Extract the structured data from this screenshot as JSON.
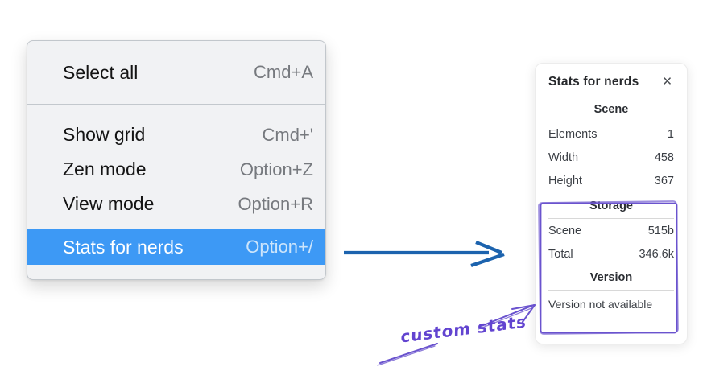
{
  "colors": {
    "menu_highlight_blue": "#3d99f5",
    "menu_background": "#f1f2f4",
    "arrow_blue": "#1c63ae",
    "annotation_purple": "#6a53ce",
    "annotation_text_purple": "#6244d0"
  },
  "menu": {
    "groups": [
      {
        "items": [
          {
            "label": "Select all",
            "shortcut": "Cmd+A",
            "selected": false
          }
        ]
      },
      {
        "items": [
          {
            "label": "Show grid",
            "shortcut": "Cmd+'",
            "selected": false
          },
          {
            "label": "Zen mode",
            "shortcut": "Option+Z",
            "selected": false
          },
          {
            "label": "View mode",
            "shortcut": "Option+R",
            "selected": false
          },
          {
            "label": "Stats for nerds",
            "shortcut": "Option+/",
            "selected": true
          }
        ]
      }
    ]
  },
  "stats_panel": {
    "title": "Stats for nerds",
    "close_icon": "✕",
    "sections": {
      "scene": {
        "header": "Scene",
        "rows": [
          {
            "label": "Elements",
            "value": "1"
          },
          {
            "label": "Width",
            "value": "458"
          },
          {
            "label": "Height",
            "value": "367"
          }
        ]
      },
      "storage": {
        "header": "Storage",
        "rows": [
          {
            "label": "Scene",
            "value": "515b"
          },
          {
            "label": "Total",
            "value": "346.6k"
          }
        ]
      },
      "version": {
        "header": "Version",
        "note": "Version not available"
      }
    }
  },
  "annotation": {
    "label": "custom stats"
  }
}
